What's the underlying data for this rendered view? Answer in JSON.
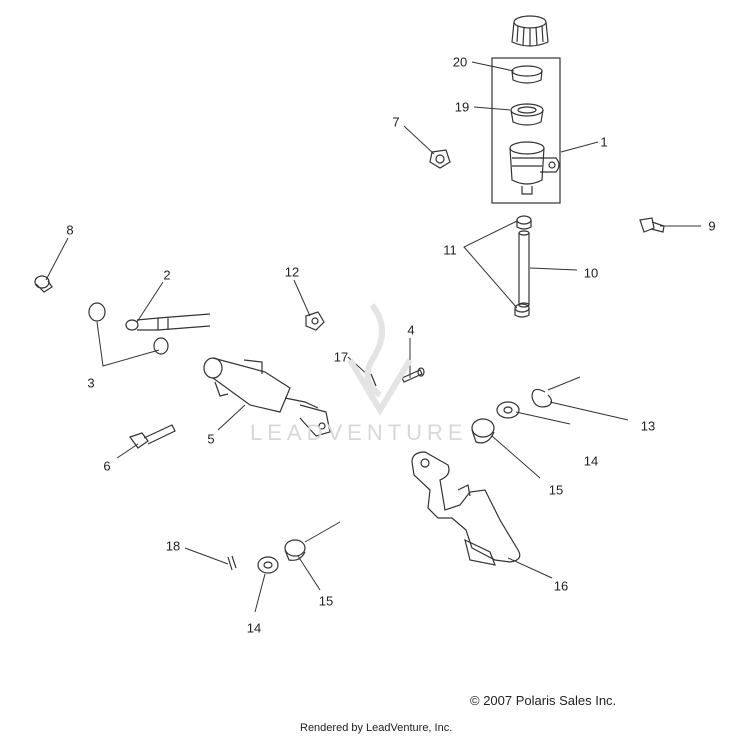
{
  "callouts": [
    {
      "id": "20",
      "text": "20"
    },
    {
      "id": "19",
      "text": "19"
    },
    {
      "id": "1",
      "text": "1"
    },
    {
      "id": "7",
      "text": "7"
    },
    {
      "id": "8",
      "text": "8"
    },
    {
      "id": "9",
      "text": "9"
    },
    {
      "id": "11",
      "text": "11"
    },
    {
      "id": "10",
      "text": "10"
    },
    {
      "id": "2",
      "text": "2"
    },
    {
      "id": "12",
      "text": "12"
    },
    {
      "id": "3",
      "text": "3"
    },
    {
      "id": "4",
      "text": "4"
    },
    {
      "id": "17",
      "text": "17"
    },
    {
      "id": "5",
      "text": "5"
    },
    {
      "id": "13",
      "text": "13"
    },
    {
      "id": "6",
      "text": "6"
    },
    {
      "id": "14a",
      "text": "14"
    },
    {
      "id": "15a",
      "text": "15"
    },
    {
      "id": "16",
      "text": "16"
    },
    {
      "id": "18",
      "text": "18"
    },
    {
      "id": "15b",
      "text": "15"
    },
    {
      "id": "14b",
      "text": "14"
    }
  ],
  "copyright": "© 2007 Polaris Sales Inc.",
  "rendered_by": "Rendered by LeadVenture, Inc.",
  "watermark": "LEADVENTURE"
}
